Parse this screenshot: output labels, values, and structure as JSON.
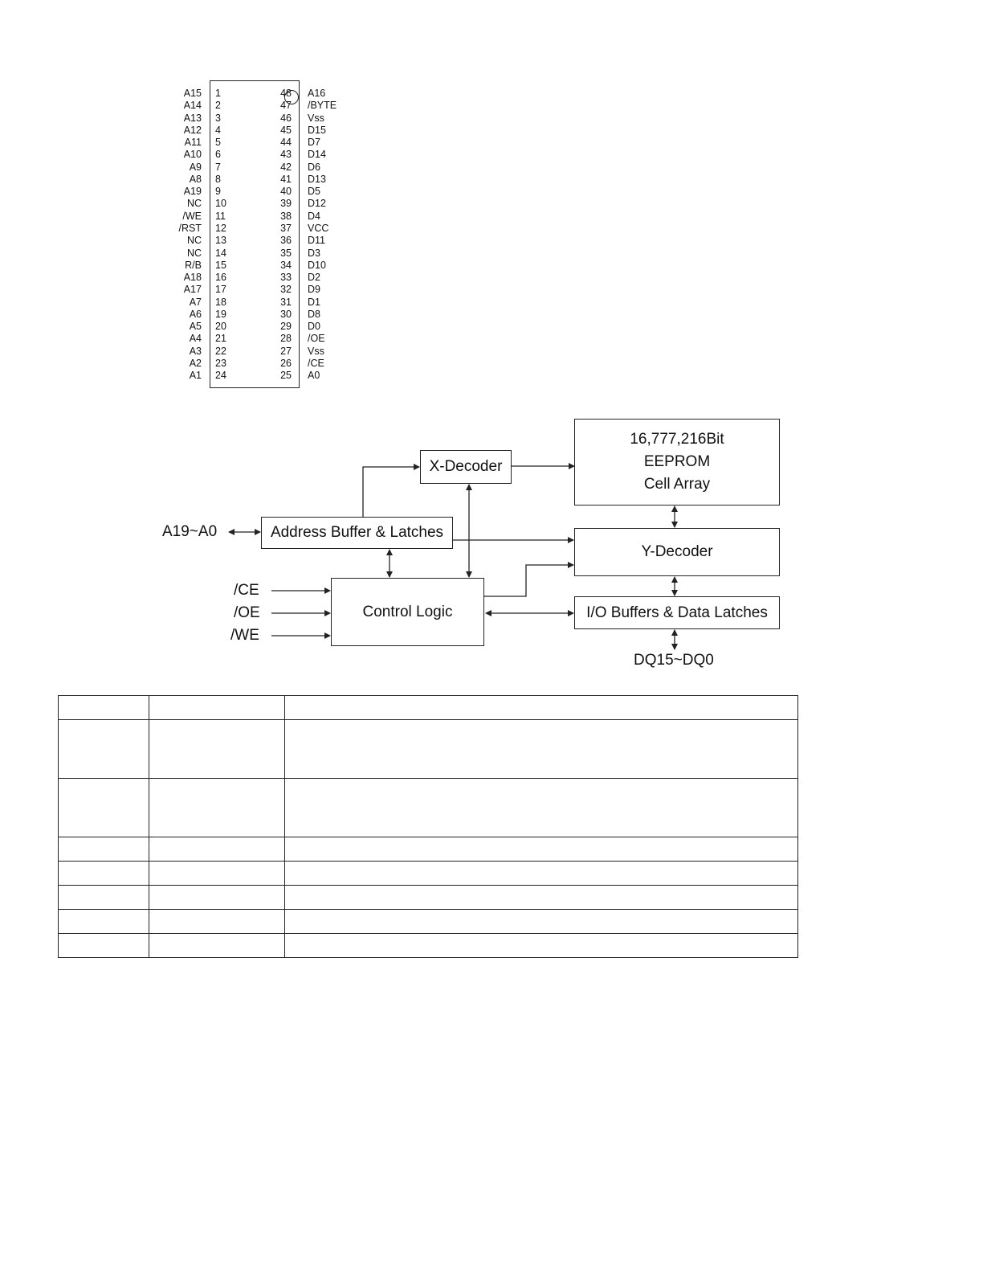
{
  "pinout": {
    "left_pins": [
      {
        "num": "1",
        "name": "A15"
      },
      {
        "num": "2",
        "name": "A14"
      },
      {
        "num": "3",
        "name": "A13"
      },
      {
        "num": "4",
        "name": "A12"
      },
      {
        "num": "5",
        "name": "A11"
      },
      {
        "num": "6",
        "name": "A10"
      },
      {
        "num": "7",
        "name": "A9"
      },
      {
        "num": "8",
        "name": "A8"
      },
      {
        "num": "9",
        "name": "A19"
      },
      {
        "num": "10",
        "name": "NC"
      },
      {
        "num": "11",
        "name": "/WE"
      },
      {
        "num": "12",
        "name": "/RST"
      },
      {
        "num": "13",
        "name": "NC"
      },
      {
        "num": "14",
        "name": "NC"
      },
      {
        "num": "15",
        "name": "R/B"
      },
      {
        "num": "16",
        "name": "A18"
      },
      {
        "num": "17",
        "name": "A17"
      },
      {
        "num": "18",
        "name": "A7"
      },
      {
        "num": "19",
        "name": "A6"
      },
      {
        "num": "20",
        "name": "A5"
      },
      {
        "num": "21",
        "name": "A4"
      },
      {
        "num": "22",
        "name": "A3"
      },
      {
        "num": "23",
        "name": "A2"
      },
      {
        "num": "24",
        "name": "A1"
      }
    ],
    "right_pins": [
      {
        "num": "48",
        "name": "A16"
      },
      {
        "num": "47",
        "name": "/BYTE"
      },
      {
        "num": "46",
        "name": "Vss"
      },
      {
        "num": "45",
        "name": "D15"
      },
      {
        "num": "44",
        "name": "D7"
      },
      {
        "num": "43",
        "name": "D14"
      },
      {
        "num": "42",
        "name": "D6"
      },
      {
        "num": "41",
        "name": "D13"
      },
      {
        "num": "40",
        "name": "D5"
      },
      {
        "num": "39",
        "name": "D12"
      },
      {
        "num": "38",
        "name": "D4"
      },
      {
        "num": "37",
        "name": "VCC"
      },
      {
        "num": "36",
        "name": "D11"
      },
      {
        "num": "35",
        "name": "D3"
      },
      {
        "num": "34",
        "name": "D10"
      },
      {
        "num": "33",
        "name": "D2"
      },
      {
        "num": "32",
        "name": "D9"
      },
      {
        "num": "31",
        "name": "D1"
      },
      {
        "num": "30",
        "name": "D8"
      },
      {
        "num": "29",
        "name": "D0"
      },
      {
        "num": "28",
        "name": "/OE"
      },
      {
        "num": "27",
        "name": "Vss"
      },
      {
        "num": "26",
        "name": "/CE"
      },
      {
        "num": "25",
        "name": "A0"
      }
    ]
  },
  "block_diagram": {
    "cell_array": {
      "line1": "16,777,216Bit",
      "line2": "EEPROM",
      "line3": "Cell Array"
    },
    "x_decoder": "X-Decoder",
    "y_decoder": "Y-Decoder",
    "address_buffer": "Address Buffer & Latches",
    "control_logic": "Control Logic",
    "io_buffers": "I/O Buffers & Data Latches",
    "signals": {
      "address": "A19~A0",
      "ce": "/CE",
      "oe": "/OE",
      "we": "/WE",
      "data": "DQ15~DQ0"
    }
  },
  "table": {
    "row_count": 8
  }
}
